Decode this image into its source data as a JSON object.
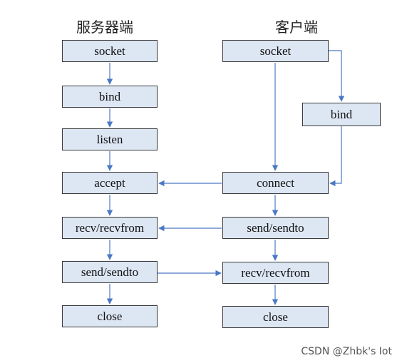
{
  "diagram": {
    "server": {
      "heading": "服务器端",
      "steps": [
        "socket",
        "bind",
        "listen",
        "accept",
        "recv/recvfrom",
        "send/sendto",
        "close"
      ]
    },
    "client": {
      "heading": "客户端",
      "steps": [
        "socket",
        "bind",
        "connect",
        "send/sendto",
        "recv/recvfrom",
        "close"
      ]
    },
    "colors": {
      "box_fill": "#dde6f3",
      "box_border": "#3a3a3a",
      "arrow": "#4a78c4"
    }
  },
  "watermark": "CSDN @Zhbk's Iot"
}
